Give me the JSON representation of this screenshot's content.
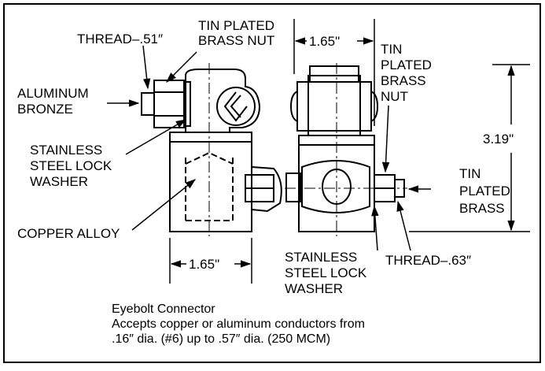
{
  "labels": {
    "thread_51": "THREAD–.51″",
    "tin_plated_brass_nut_left_1": "TIN PLATED",
    "tin_plated_brass_nut_left_2": "BRASS NUT",
    "aluminum_bronze_1": "ALUMINUM",
    "aluminum_bronze_2": "BRONZE",
    "stainless_left_1": "STAINLESS",
    "stainless_left_2": "STEEL LOCK",
    "stainless_left_3": "WASHER",
    "copper_alloy": "COPPER ALLOY",
    "dim_bottom_165": "1.65\"",
    "dim_top_165": "1.65\"",
    "tin_plated_brass_nut_right_1": "TIN",
    "tin_plated_brass_nut_right_2": "PLATED",
    "tin_plated_brass_nut_right_3": "BRASS",
    "tin_plated_brass_nut_right_4": "NUT",
    "dim_height_319": "3.19\"",
    "tin_plated_brass_right_1": "TIN",
    "tin_plated_brass_right_2": "PLATED",
    "tin_plated_brass_right_3": "BRASS",
    "stainless_right_1": "STAINLESS",
    "stainless_right_2": "STEEL LOCK",
    "stainless_right_3": "WASHER",
    "thread_63": "THREAD–.63″"
  },
  "caption": {
    "line1": "Eyebolt Connector",
    "line2": "Accepts copper or aluminum conductors from",
    "line3": ".16″ dia. (#6) up to .57″ dia. (250 MCM)"
  }
}
